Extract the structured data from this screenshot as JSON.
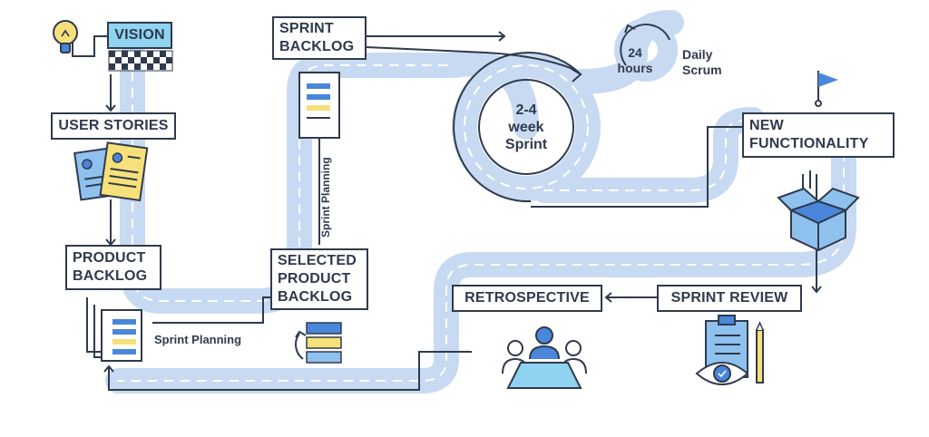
{
  "stages": {
    "vision": "VISION",
    "user_stories": "USER STORIES",
    "product_backlog": [
      "PRODUCT",
      "BACKLOG"
    ],
    "selected_product_backlog": [
      "SELECTED",
      "PRODUCT",
      "BACKLOG"
    ],
    "sprint_backlog": [
      "SPRINT",
      "BACKLOG"
    ],
    "new_functionality": [
      "NEW",
      "FUNCTIONALITY"
    ],
    "sprint_review": "SPRINT REVIEW",
    "retrospective": "RETROSPECTIVE"
  },
  "labels": {
    "sprint_planning_horizontal": "Sprint Planning",
    "sprint_planning_vertical": "Sprint Planning",
    "sprint_duration": [
      "2-4",
      "week",
      "Sprint"
    ],
    "daily_hours": [
      "24",
      "hours"
    ],
    "daily_scrum": [
      "Daily",
      "Scrum"
    ]
  },
  "colors": {
    "road": "#c7daf2",
    "outline": "#2f3a4c",
    "accent_blue": "#4a86d9",
    "light_blue": "#8fc1ee",
    "yellow": "#f6e07a",
    "vision_fill": "#8fd3f0"
  },
  "icons": [
    "lightbulb-icon",
    "checkered-flag-icon",
    "documents-icon",
    "stacked-documents-icon",
    "clipboard-list-icon",
    "layers-icon",
    "goal-flag-icon",
    "open-box-icon",
    "team-meeting-icon",
    "clipboard-eye-icon"
  ]
}
